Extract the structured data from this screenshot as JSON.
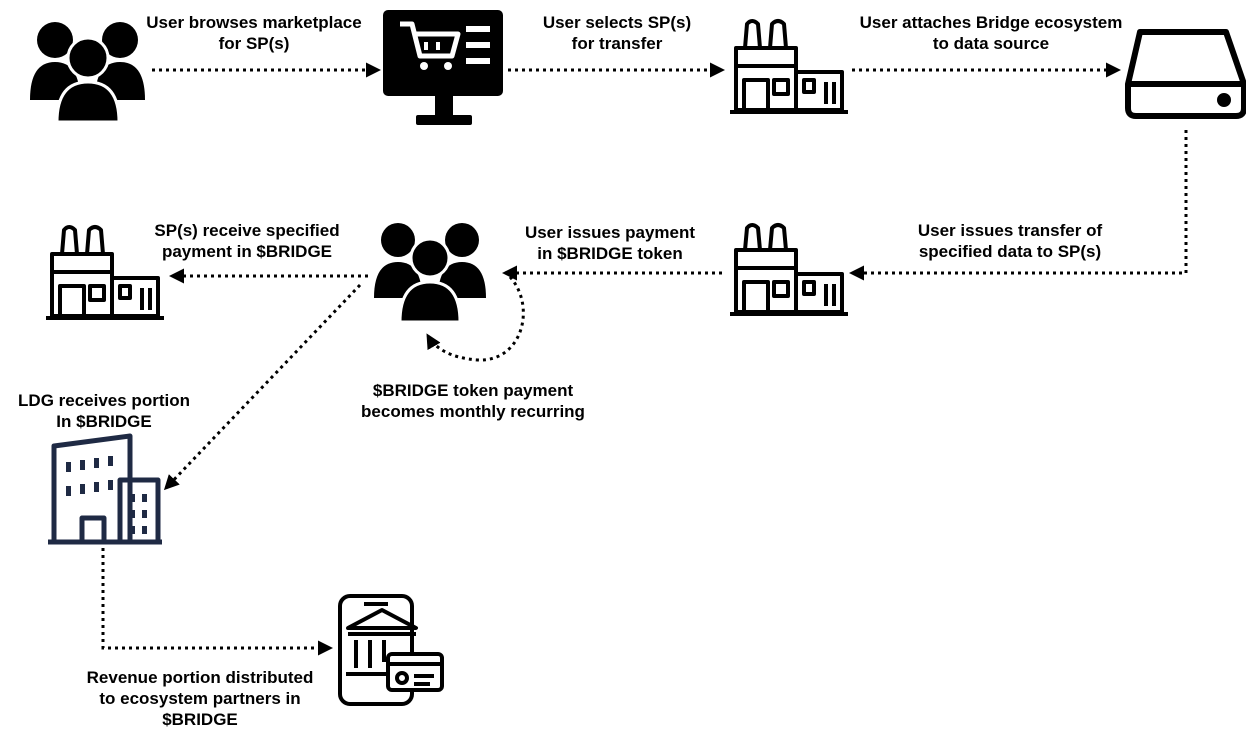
{
  "labels": {
    "browse": [
      "User browses marketplace",
      "for SP(s)"
    ],
    "select": [
      "User selects SP(s)",
      "for transfer"
    ],
    "attach": [
      "User attaches Bridge ecosystem",
      "to data source"
    ],
    "transfer": [
      "User issues transfer of",
      "specified data to SP(s)"
    ],
    "payment": [
      "User issues payment",
      "in $BRIDGE token"
    ],
    "receive": [
      "SP(s) receive specified",
      "payment in $BRIDGE"
    ],
    "recurring": [
      "$BRIDGE token payment",
      "becomes monthly recurring"
    ],
    "ldg": [
      "LDG receives portion",
      "In $BRIDGE"
    ],
    "revenue": [
      "Revenue portion distributed",
      "to ecosystem partners in",
      "$BRIDGE"
    ]
  },
  "icons": {
    "users_top": "users-group-icon",
    "computer": "shopping-cart-monitor-icon",
    "factory_top": "factory-icon",
    "server": "hard-drive-icon",
    "factory_mid": "factory-icon",
    "users_mid": "users-group-icon",
    "factory_left": "factory-icon",
    "building": "office-building-icon",
    "bank_phone": "mobile-banking-icon"
  },
  "colors": {
    "ink": "#000000",
    "building": "#1f2a44"
  }
}
